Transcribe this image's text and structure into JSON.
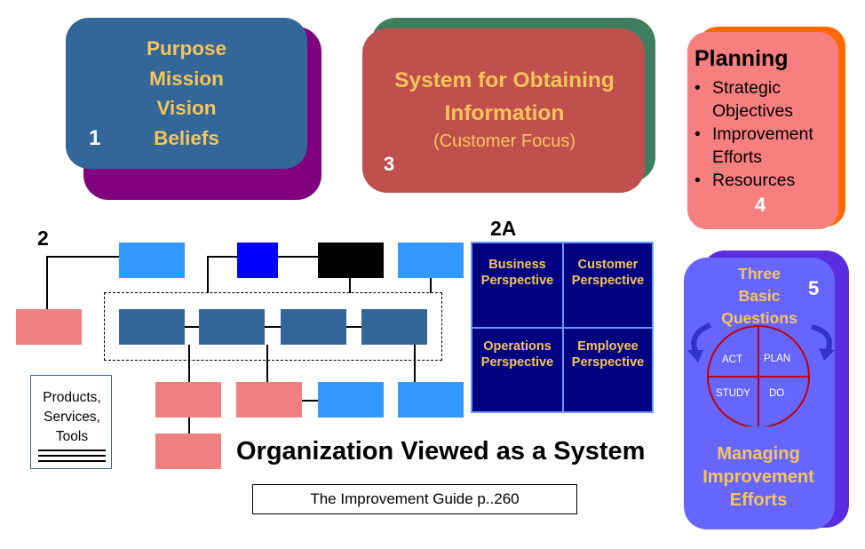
{
  "panel1": {
    "lines": [
      "Purpose",
      "Mission",
      "Vision",
      "Beliefs"
    ],
    "number": "1"
  },
  "panel3": {
    "title_lines": [
      "System for Obtaining",
      "Information"
    ],
    "subtitle": "(Customer Focus)",
    "number": "3"
  },
  "panel4": {
    "title": "Planning",
    "bullets": [
      "Strategic Objectives",
      "Improvement Efforts",
      "Resources"
    ],
    "number": "4"
  },
  "panel5": {
    "question_lines": [
      "Three",
      "Basic",
      "Questions"
    ],
    "number": "5",
    "pdsa": {
      "act": "ACT",
      "plan": "PLAN",
      "study": "STUDY",
      "do": "DO"
    },
    "footer_lines": [
      "Managing",
      "Improvement",
      "Efforts"
    ]
  },
  "org": {
    "label": "2",
    "products_lines": [
      "Products,",
      "Services,",
      "Tools"
    ]
  },
  "perspectives": {
    "label": "2A",
    "quadrants": [
      [
        "Business",
        "Perspective"
      ],
      [
        "Customer",
        "Perspective"
      ],
      [
        "Operations",
        "Perspective"
      ],
      [
        "Employee",
        "Perspective"
      ]
    ]
  },
  "main_title": "Organization Viewed as a System",
  "citation": "The Improvement Guide p..260",
  "colors": {
    "blue_dark": "#336699",
    "purple": "#800080",
    "brick": "#c0504d",
    "green": "#3f7f5f",
    "salmon": "#f87f7f",
    "orange": "#ff6a00",
    "lavender": "#6666ff",
    "violet": "#5b2de0",
    "navy": "#000080",
    "light_blue": "#3399ff",
    "royal_blue": "#0000ff",
    "pink": "#f08080",
    "gold": "#f6c55a"
  }
}
